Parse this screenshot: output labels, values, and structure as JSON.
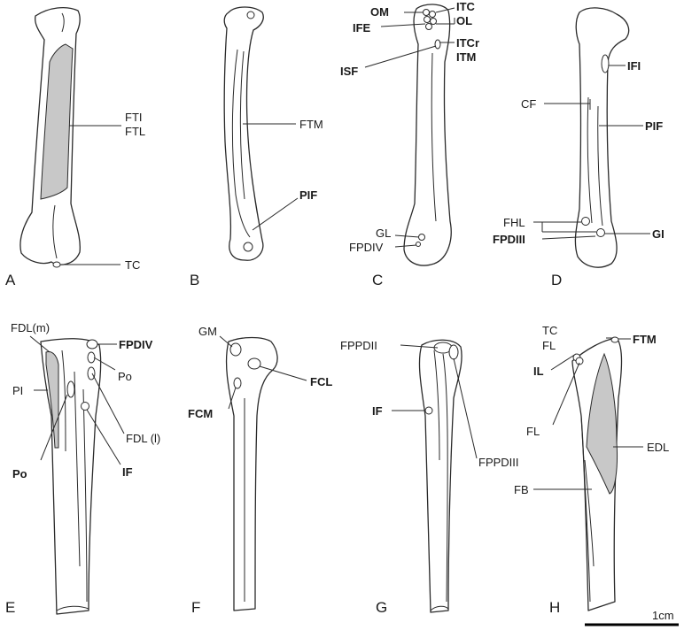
{
  "panels": {
    "A": {
      "letter": "A",
      "labels": {
        "fti": "FTI",
        "ftl": "FTL",
        "tc": "TC"
      }
    },
    "B": {
      "letter": "B",
      "labels": {
        "ftm": "FTM",
        "pif": "PIF"
      }
    },
    "C": {
      "letter": "C",
      "labels": {
        "om": "OM",
        "itc": "ITC",
        "ife": "IFE",
        "ol": "OL",
        "itcr": "ITCr",
        "itm": "ITM",
        "isf": "ISF",
        "gl": "GL",
        "fpdiv": "FPDIV"
      }
    },
    "D": {
      "letter": "D",
      "labels": {
        "ifi": "IFI",
        "cf": "CF",
        "pif": "PIF",
        "fhl": "FHL",
        "gi": "GI",
        "fpdiii": "FPDIII"
      }
    },
    "E": {
      "letter": "E",
      "labels": {
        "fdlm": "FDL(m)",
        "fpdiv": "FPDIV",
        "pi": "PI",
        "po_top": "Po",
        "fdll": "FDL (l)",
        "po_bottom": "Po",
        "if": "IF"
      }
    },
    "F": {
      "letter": "F",
      "labels": {
        "gm": "GM",
        "fcl": "FCL",
        "fcm": "FCM"
      }
    },
    "G": {
      "letter": "G",
      "labels": {
        "fpppdii": "FPPDII",
        "if": "IF",
        "fpppdiii": "FPPDIII"
      }
    },
    "H": {
      "letter": "H",
      "labels": {
        "tc": "TC",
        "ftm": "FTM",
        "fl_top": "FL",
        "il": "IL",
        "fl_bottom": "FL",
        "edl": "EDL",
        "fb": "FB"
      }
    }
  },
  "scale_bar": {
    "label": "1cm"
  },
  "colors": {
    "muscle_scar_fill": "#c8c8c8",
    "outline": "#2a2a2a"
  }
}
